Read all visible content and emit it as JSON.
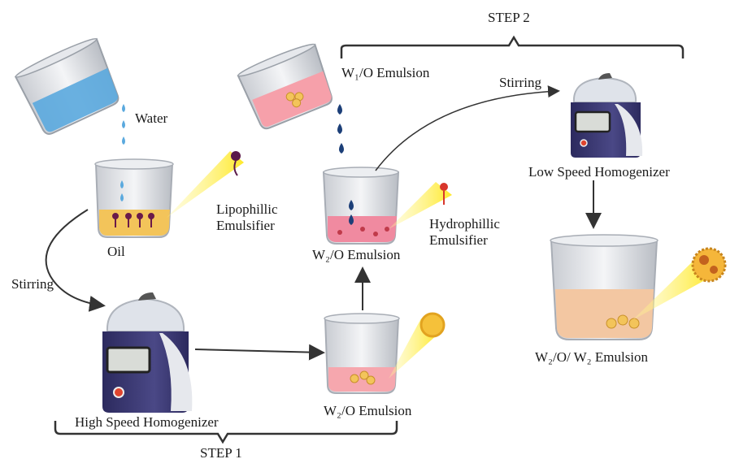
{
  "labels": {
    "step1": "STEP 1",
    "step2": "STEP 2",
    "water": "Water",
    "oil": "Oil",
    "lipophillic_l1": "Lipophillic",
    "lipophillic_l2": "Emulsifier",
    "stirring_left": "Stirring",
    "stirring_top": "Stirring",
    "high_speed": "High Speed Homogenizer",
    "low_speed": "Low Speed Homogenizer",
    "w2o_bottom": "W₂/O Emulsion",
    "w2o_mid": "W₂/O Emulsion",
    "w1o": "W₁/O Emulsion",
    "hydrophillic_l1": "Hydrophillic",
    "hydrophillic_l2": "Emulsifier",
    "w2ow2": "W₂/O/ W₂ Emulsion"
  },
  "colors": {
    "water": "#5aa9de",
    "oil": "#f3c45a",
    "pink": "#f27c92",
    "peach": "#f3c7a2",
    "device": "#3a3872",
    "beam": "#fff25a",
    "drop": "#1c3f78",
    "arrow": "#333333"
  },
  "icons": [
    "beaker-icon",
    "homogenizer-icon",
    "droplet-icon",
    "emulsifier-icon",
    "magnifier-beam-icon"
  ]
}
